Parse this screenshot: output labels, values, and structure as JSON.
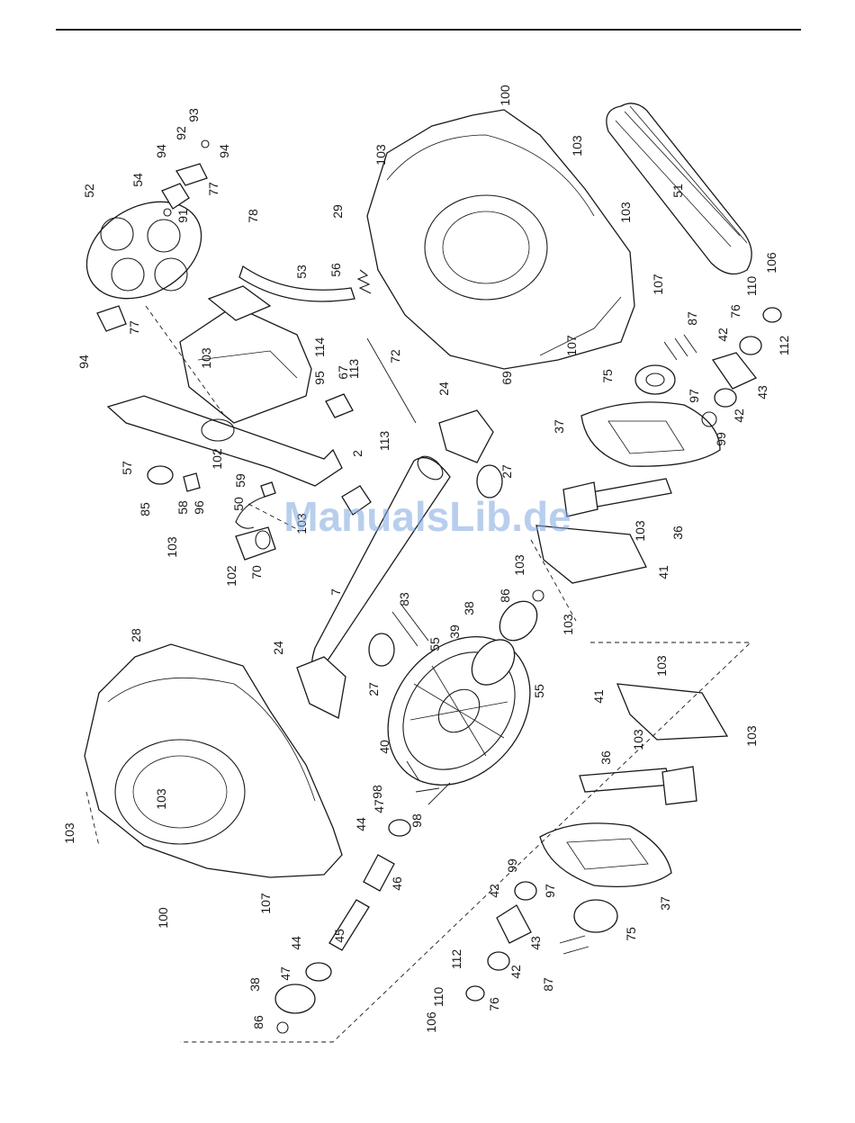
{
  "watermark": "ManualsLib.de",
  "labels": [
    {
      "id": "l100a",
      "text": "100"
    },
    {
      "id": "l103a",
      "text": "103"
    },
    {
      "id": "l103b",
      "text": "103"
    },
    {
      "id": "l29",
      "text": "29"
    },
    {
      "id": "l103c",
      "text": "103"
    },
    {
      "id": "l51",
      "text": "51"
    },
    {
      "id": "l107a",
      "text": "107"
    },
    {
      "id": "l106a",
      "text": "106"
    },
    {
      "id": "l110a",
      "text": "110"
    },
    {
      "id": "l76a",
      "text": "76"
    },
    {
      "id": "l112a",
      "text": "112"
    },
    {
      "id": "l42a",
      "text": "42"
    },
    {
      "id": "l43a",
      "text": "43"
    },
    {
      "id": "l42b",
      "text": "42"
    },
    {
      "id": "l87a",
      "text": "87"
    },
    {
      "id": "l107b",
      "text": "107"
    },
    {
      "id": "l69",
      "text": "69"
    },
    {
      "id": "l75a",
      "text": "75"
    },
    {
      "id": "l97a",
      "text": "97"
    },
    {
      "id": "l99a",
      "text": "99"
    },
    {
      "id": "l37a",
      "text": "37"
    },
    {
      "id": "l93",
      "text": "93"
    },
    {
      "id": "l92",
      "text": "92"
    },
    {
      "id": "l94a",
      "text": "94"
    },
    {
      "id": "l94b",
      "text": "94"
    },
    {
      "id": "l54",
      "text": "54"
    },
    {
      "id": "l77a",
      "text": "77"
    },
    {
      "id": "l52",
      "text": "52"
    },
    {
      "id": "l91",
      "text": "91"
    },
    {
      "id": "l78",
      "text": "78"
    },
    {
      "id": "l53",
      "text": "53"
    },
    {
      "id": "l56",
      "text": "56"
    },
    {
      "id": "l94c",
      "text": "94"
    },
    {
      "id": "l77b",
      "text": "77"
    },
    {
      "id": "l103d",
      "text": "103"
    },
    {
      "id": "l114",
      "text": "114"
    },
    {
      "id": "l72",
      "text": "72"
    },
    {
      "id": "l95",
      "text": "95"
    },
    {
      "id": "l67",
      "text": "67"
    },
    {
      "id": "l113a",
      "text": "113"
    },
    {
      "id": "l113b",
      "text": "113"
    },
    {
      "id": "l24a",
      "text": "24"
    },
    {
      "id": "l2",
      "text": "2"
    },
    {
      "id": "l57",
      "text": "57"
    },
    {
      "id": "l102a",
      "text": "102"
    },
    {
      "id": "l59",
      "text": "59"
    },
    {
      "id": "l85",
      "text": "85"
    },
    {
      "id": "l58",
      "text": "58"
    },
    {
      "id": "l96",
      "text": "96"
    },
    {
      "id": "l50",
      "text": "50"
    },
    {
      "id": "l103e",
      "text": "103"
    },
    {
      "id": "l27a",
      "text": "27"
    },
    {
      "id": "l36a",
      "text": "36"
    },
    {
      "id": "l103f",
      "text": "103"
    },
    {
      "id": "l103g",
      "text": "103"
    },
    {
      "id": "l102b",
      "text": "102"
    },
    {
      "id": "l70",
      "text": "70"
    },
    {
      "id": "l103h",
      "text": "103"
    },
    {
      "id": "l41a",
      "text": "41"
    },
    {
      "id": "l7",
      "text": "7"
    },
    {
      "id": "l86a",
      "text": "86"
    },
    {
      "id": "l38a",
      "text": "38"
    },
    {
      "id": "l83",
      "text": "83"
    },
    {
      "id": "l103i",
      "text": "103"
    },
    {
      "id": "l28",
      "text": "28"
    },
    {
      "id": "l24b",
      "text": "24"
    },
    {
      "id": "l55a",
      "text": "55"
    },
    {
      "id": "l39",
      "text": "39"
    },
    {
      "id": "l27b",
      "text": "27"
    },
    {
      "id": "l55b",
      "text": "55"
    },
    {
      "id": "l103j",
      "text": "103"
    },
    {
      "id": "l41b",
      "text": "41"
    },
    {
      "id": "l103k",
      "text": "103"
    },
    {
      "id": "l40",
      "text": "40"
    },
    {
      "id": "l103l",
      "text": "103"
    },
    {
      "id": "l36b",
      "text": "36"
    },
    {
      "id": "l98a",
      "text": "98"
    },
    {
      "id": "l98b",
      "text": "98"
    },
    {
      "id": "l47a",
      "text": "47"
    },
    {
      "id": "l44a",
      "text": "44"
    },
    {
      "id": "l103m",
      "text": "103"
    },
    {
      "id": "l103n",
      "text": "103"
    },
    {
      "id": "l46",
      "text": "46"
    },
    {
      "id": "l99b",
      "text": "99"
    },
    {
      "id": "l97b",
      "text": "97"
    },
    {
      "id": "l42c",
      "text": "42"
    },
    {
      "id": "l37b",
      "text": "37"
    },
    {
      "id": "l75b",
      "text": "75"
    },
    {
      "id": "l100b",
      "text": "100"
    },
    {
      "id": "l107c",
      "text": "107"
    },
    {
      "id": "l45",
      "text": "45"
    },
    {
      "id": "l43b",
      "text": "43"
    },
    {
      "id": "l44b",
      "text": "44"
    },
    {
      "id": "l47b",
      "text": "47"
    },
    {
      "id": "l112b",
      "text": "112"
    },
    {
      "id": "l42d",
      "text": "42"
    },
    {
      "id": "l87b",
      "text": "87"
    },
    {
      "id": "l38b",
      "text": "38"
    },
    {
      "id": "l110b",
      "text": "110"
    },
    {
      "id": "l76b",
      "text": "76"
    },
    {
      "id": "l86b",
      "text": "86"
    },
    {
      "id": "l106b",
      "text": "106"
    }
  ]
}
